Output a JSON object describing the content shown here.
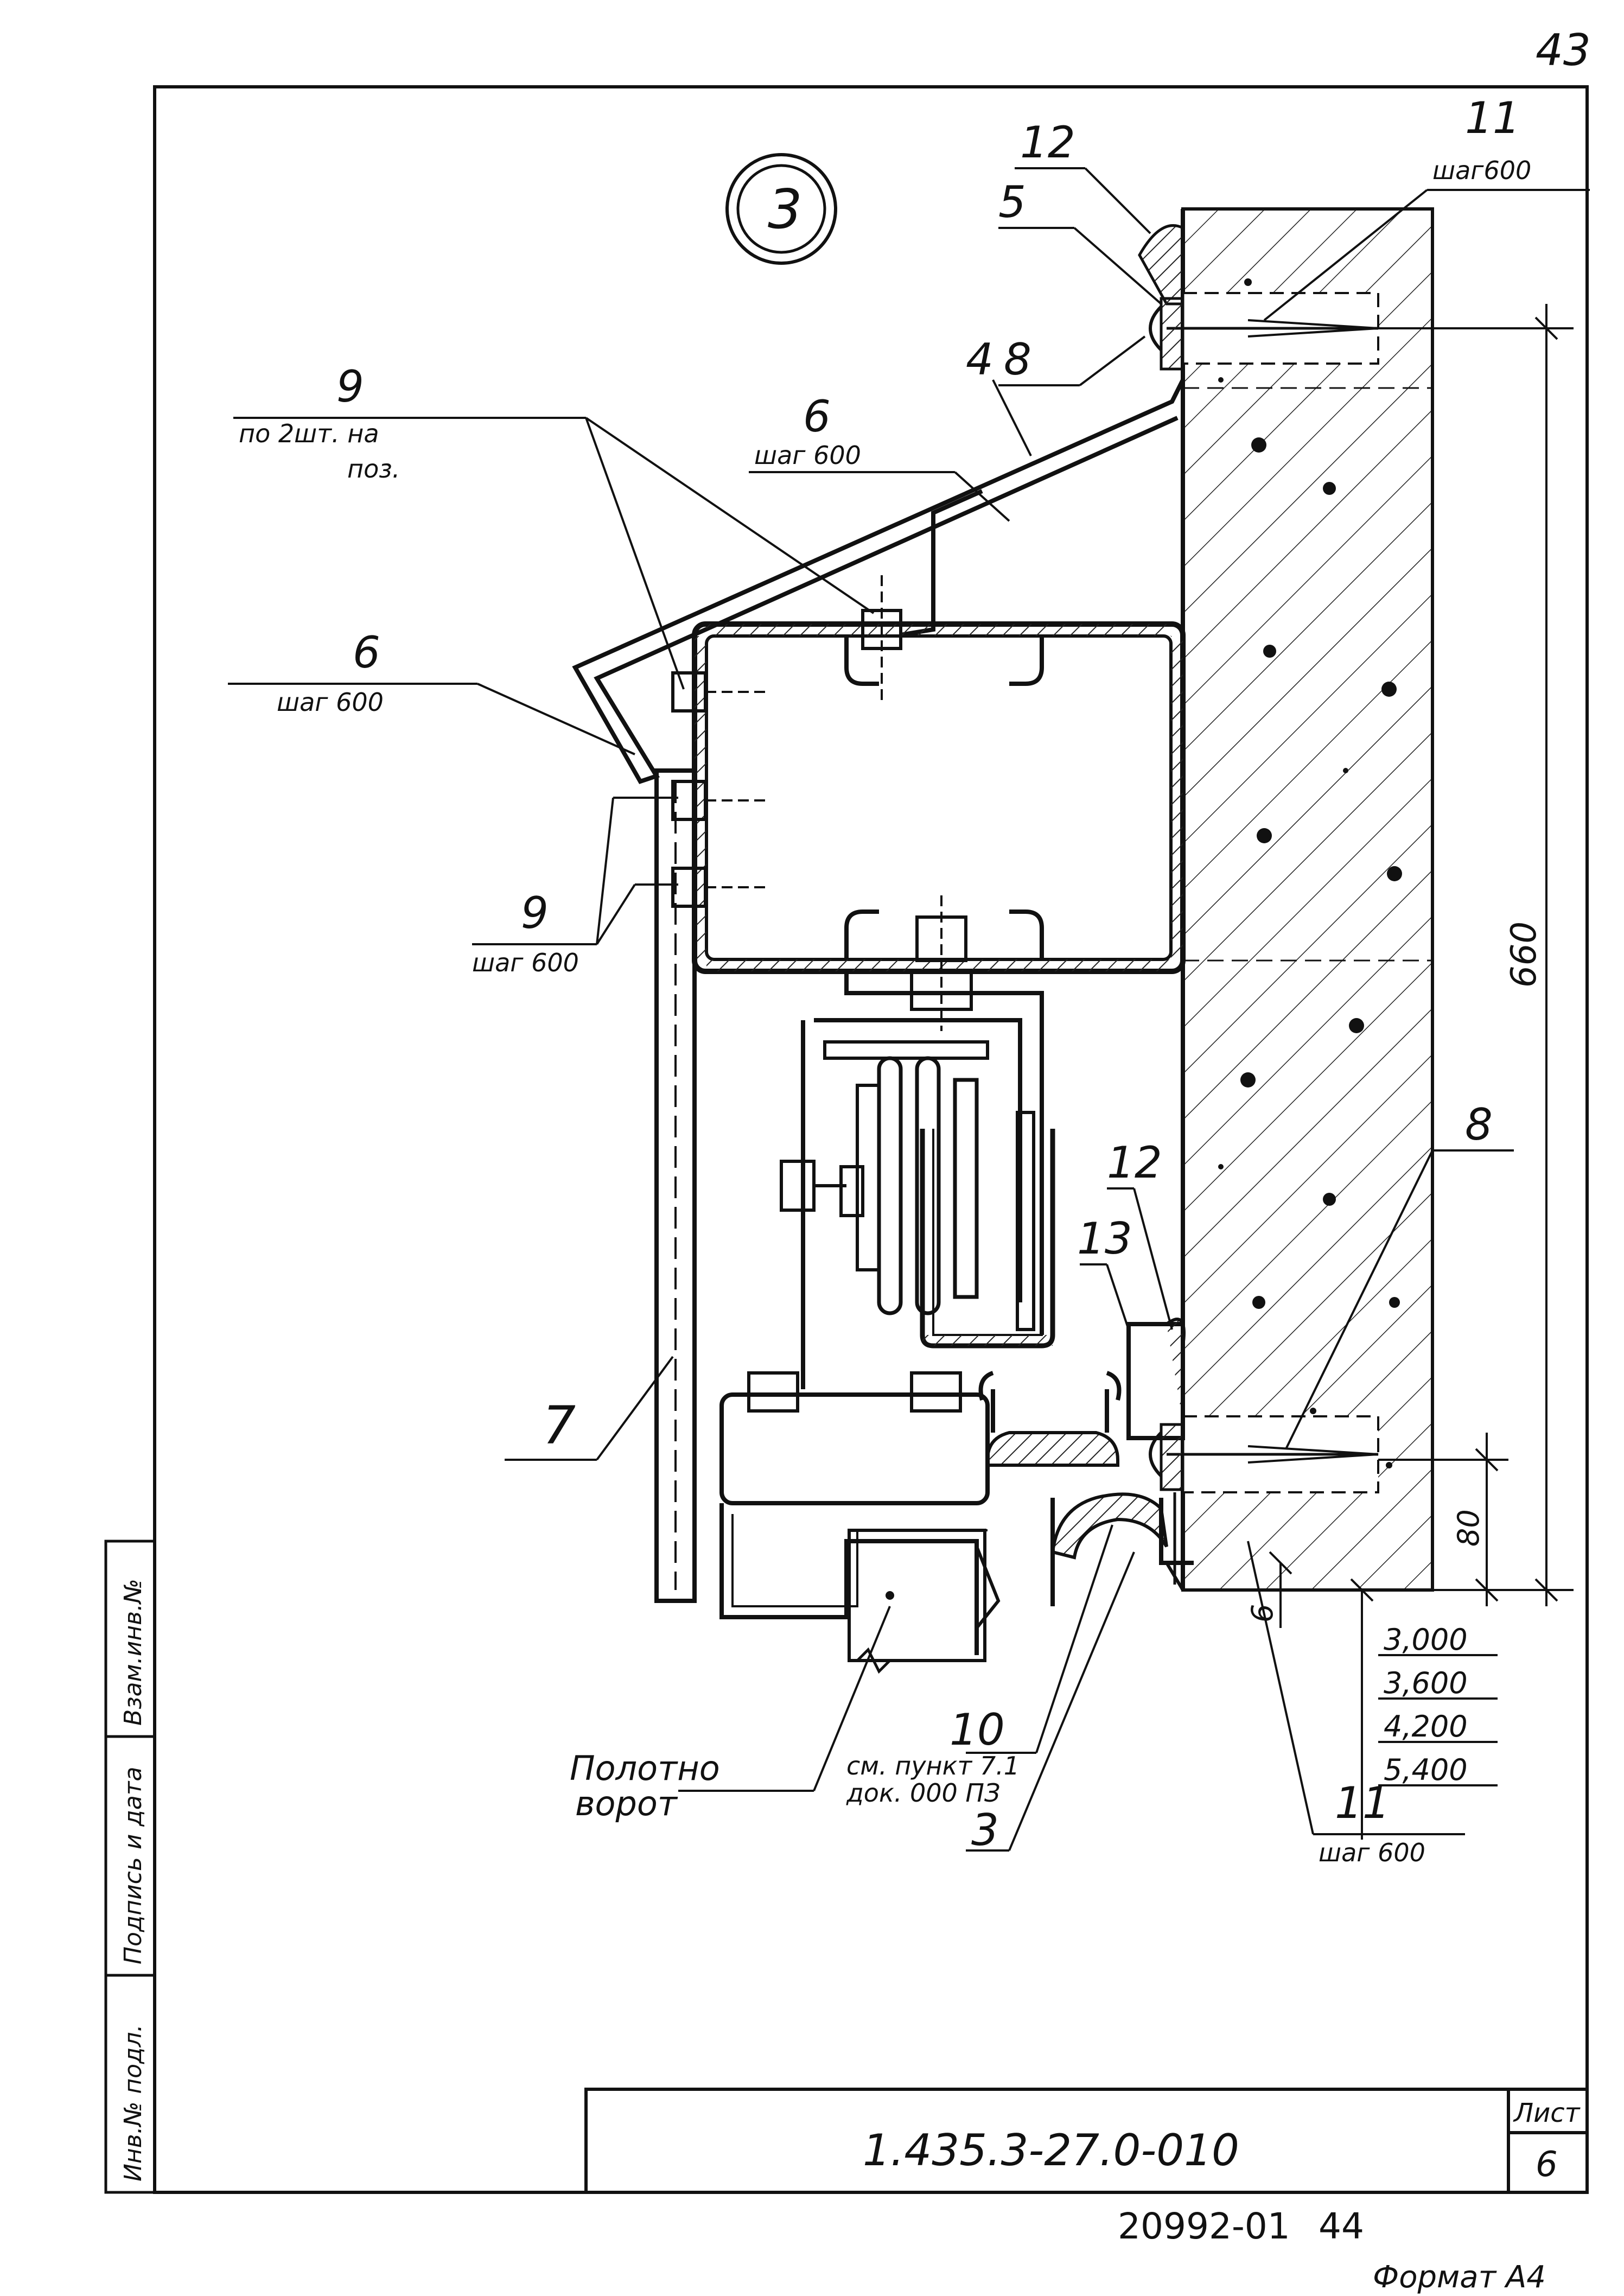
{
  "sheet": {
    "page_number_top": "43",
    "detail_number": "3",
    "document_code": "1.435.3-27.0-010",
    "sheet_label": "Лист",
    "sheet_number": "6",
    "archive_number": "20992-01",
    "archive_page": "44",
    "format_label": "Формат А4"
  },
  "side_stamp": {
    "col1": "Инв.№ подл.",
    "col2": "Подпись и дата",
    "col3": "Взам.инв.№"
  },
  "callouts": {
    "c12_top": "12",
    "c5": "5",
    "c8_top": "8",
    "c11_top": "11",
    "c11_top_step": "шаг600",
    "c4": "4",
    "c6_top": "6",
    "c6_top_step": "шаг 600",
    "c9_top": "9",
    "c9_top_note1": "по 2шт. на",
    "c9_top_note2": "поз.",
    "c6_left": "6",
    "c6_left_step": "шаг 600",
    "c9_left": "9",
    "c9_left_step": "шаг 600",
    "c7": "7",
    "c12_mid": "12",
    "c13": "13",
    "c8_right": "8",
    "c10": "10",
    "c10_note1": "см. пункт 7.1",
    "c10_note2": "док. 000 ПЗ",
    "c3": "3",
    "c11_bottom": "11",
    "c11_bottom_step": "шаг 600",
    "gate_leaf_1": "Полотно",
    "gate_leaf_2": "ворот"
  },
  "dimensions": {
    "d660": "660",
    "d80": "80",
    "d6": "6"
  },
  "height_table": [
    "3,000",
    "3,600",
    "4,200",
    "5,400"
  ]
}
